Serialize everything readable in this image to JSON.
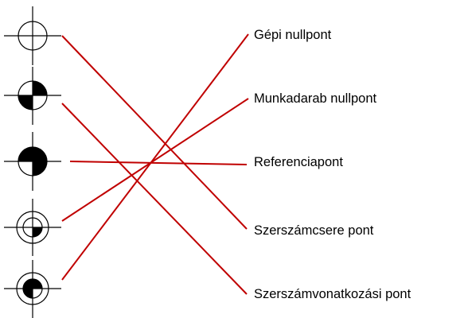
{
  "labels": [
    "Gépi nullpont",
    "Munkadarab nullpont",
    "Referenciapont",
    "Szerszámcsere pont",
    "Szerszámvonatkozási pont"
  ],
  "symbols": [
    {
      "name": "crosshair-open-symbol"
    },
    {
      "name": "crosshair-quarters-half-symbol"
    },
    {
      "name": "crosshair-quarters-filled-symbol"
    },
    {
      "name": "double-ring-quarter-symbol"
    },
    {
      "name": "double-ring-half-symbol"
    }
  ],
  "connections": [
    {
      "from_symbol": 0,
      "to_label": 3
    },
    {
      "from_symbol": 1,
      "to_label": 4
    },
    {
      "from_symbol": 2,
      "to_label": 2
    },
    {
      "from_symbol": 3,
      "to_label": 1
    },
    {
      "from_symbol": 4,
      "to_label": 0
    }
  ],
  "colors": {
    "line": "#c00000",
    "symbol": "#000000",
    "background": "#ffffff"
  }
}
